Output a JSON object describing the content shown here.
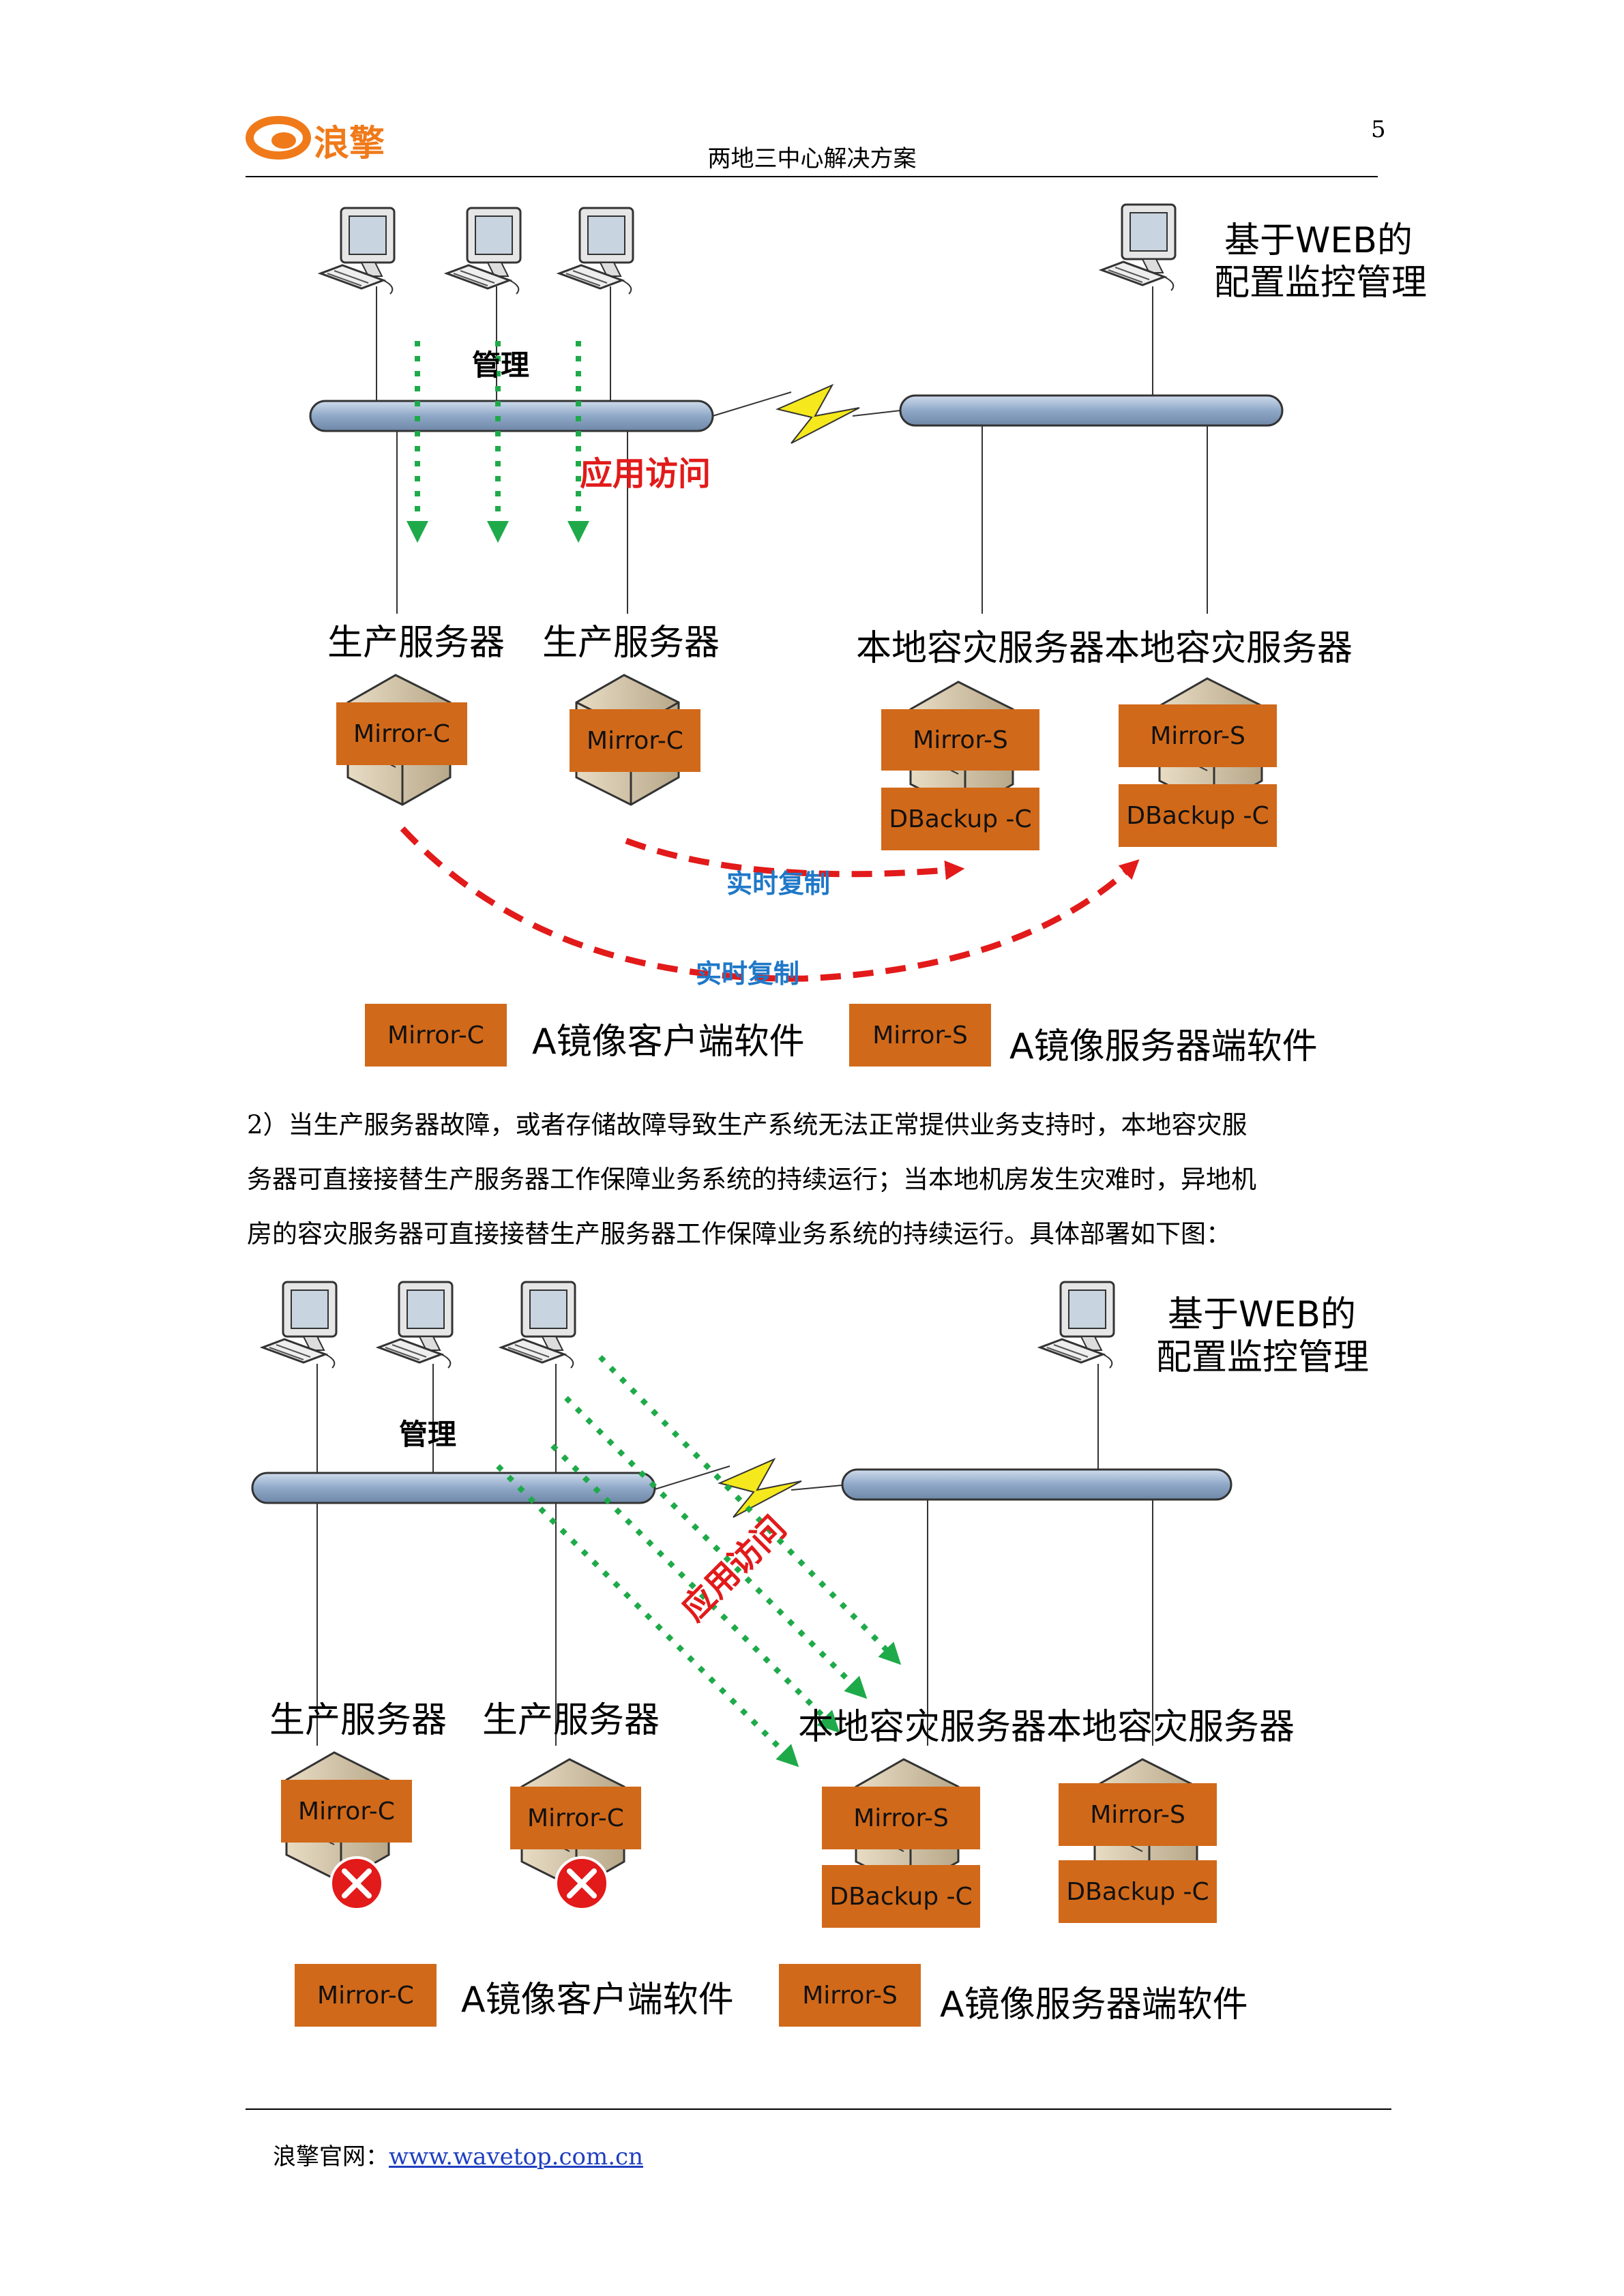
{
  "header": {
    "logo_text": "浪擎",
    "title": "两地三中心解决方案",
    "page_number": "5"
  },
  "diagram1": {
    "web_config_line1": "基于WEB的",
    "web_config_line2": "配置监控管理",
    "manage_label": "管理",
    "app_access_label": "应用访问",
    "prod_server_1": "生产服务器",
    "prod_server_2": "生产服务器",
    "dr_servers": "本地容灾服务器本地容灾服务器",
    "box_mirror_c_1": "Mirror-C",
    "box_mirror_c_2": "Mirror-C",
    "box_mirror_s_1": "Mirror-S",
    "box_mirror_s_2": "Mirror-S",
    "box_dbackup_1": "DBackup -C",
    "box_dbackup_2": "DBackup -C",
    "realtime_copy_1": "实时复制",
    "realtime_copy_2": "实时复制",
    "legend_mirror_c": "Mirror-C",
    "legend_mirror_c_text": "A镜像客户端软件",
    "legend_mirror_s": "Mirror-S",
    "legend_mirror_s_text": "A镜像服务器端软件"
  },
  "paragraph": {
    "line1": "2）当生产服务器故障，或者存储故障导致生产系统无法正常提供业务支持时，本地容灾服",
    "line2": "务器可直接接替生产服务器工作保障业务系统的持续运行；当本地机房发生灾难时，异地机",
    "line3": "房的容灾服务器可直接接替生产服务器工作保障业务系统的持续运行。具体部署如下图："
  },
  "diagram2": {
    "web_config_line1": "基于WEB的",
    "web_config_line2": "配置监控管理",
    "manage_label": "管理",
    "app_access_label": "应用访问",
    "prod_server_1": "生产服务器",
    "prod_server_2": "生产服务器",
    "dr_servers": "本地容灾服务器本地容灾服务器",
    "box_mirror_c_1": "Mirror-C",
    "box_mirror_c_2": "Mirror-C",
    "box_mirror_s_1": "Mirror-S",
    "box_mirror_s_2": "Mirror-S",
    "box_dbackup_1": "DBackup -C",
    "box_dbackup_2": "DBackup -C",
    "legend_mirror_c": "Mirror-C",
    "legend_mirror_c_text": "A镜像客户端软件",
    "legend_mirror_s": "Mirror-S",
    "legend_mirror_s_text": "A镜像服务器端软件"
  },
  "footer": {
    "label": "浪擎官网：",
    "url": "www.wavetop.com.cn"
  },
  "colors": {
    "orange_box": "#d1691a",
    "pipe": "#9fb6d2",
    "green_arrow": "#1faa4a",
    "red_arrow": "#e21a1a",
    "blue_text": "#1f78c8",
    "link": "#1f3fbf"
  }
}
